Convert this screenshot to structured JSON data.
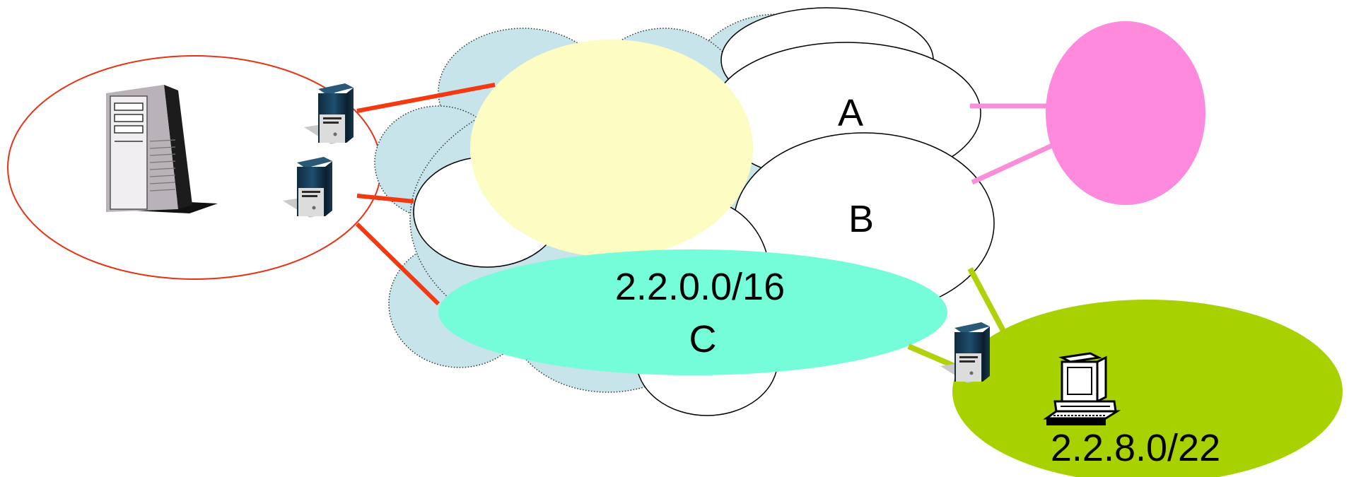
{
  "labels": {
    "network_a": "A",
    "network_b": "B",
    "network_c_prefix": "2.2.0.0/16",
    "network_c": "C",
    "subnet_prefix": "2.2.8.0/22"
  },
  "colors": {
    "cloud_fill": "#c6e4ea",
    "yellow_network": "#fdfcc3",
    "teal_network": "#75fcd8",
    "pink_network": "#fd8add",
    "green_network": "#a8d100",
    "red_link": "#f33812",
    "pink_link": "#f98fd8",
    "green_link": "#b3d10a",
    "red_outline": "#e53418"
  },
  "icons": [
    "tower-server-icon",
    "small-server-icon",
    "desktop-computer-icon"
  ]
}
